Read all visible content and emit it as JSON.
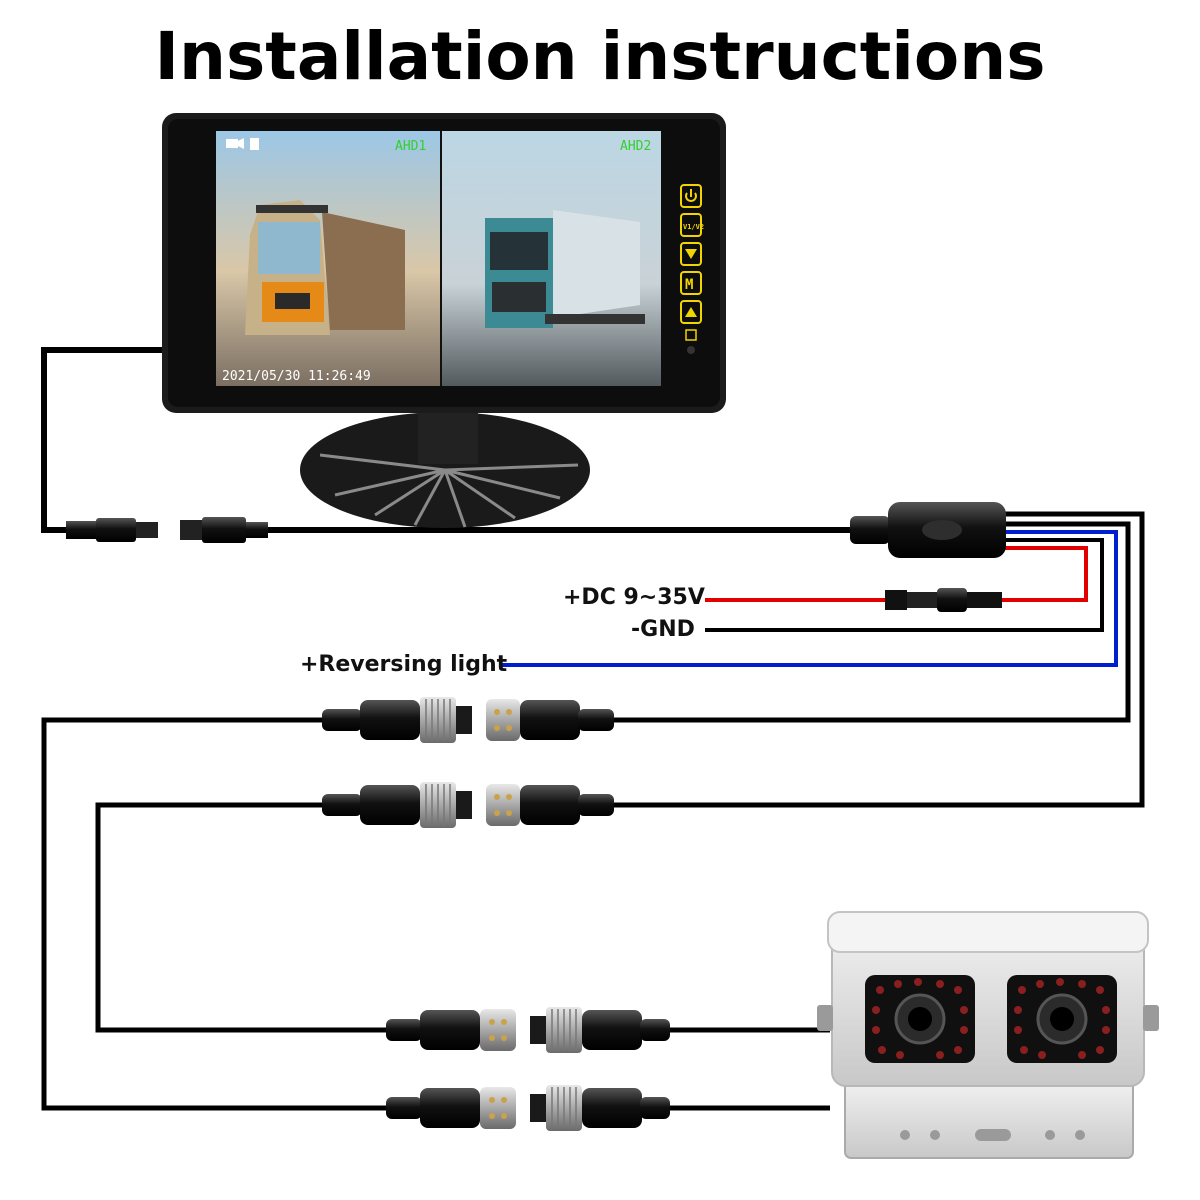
{
  "title": "Installation instructions",
  "monitor": {
    "channel_left": "AHD1",
    "channel_right": "AHD2",
    "timestamp": "2021/05/30 11:26:49",
    "buttons": [
      "power-icon",
      "V1/V2",
      "down-arrow-icon",
      "M",
      "up-arrow-icon"
    ],
    "button_v1v2": "V1/V2",
    "button_m": "M"
  },
  "wiring": {
    "power_label": "+DC 9~35V",
    "ground_label": "-GND",
    "reverse_label": "+Reversing light"
  },
  "colors": {
    "power_wire": "#e00000",
    "ground_wire": "#000000",
    "reverse_wire": "#0020d0",
    "cable": "#000000",
    "osd_text": "#2fd12f",
    "button_yellow": "#f2d400"
  }
}
